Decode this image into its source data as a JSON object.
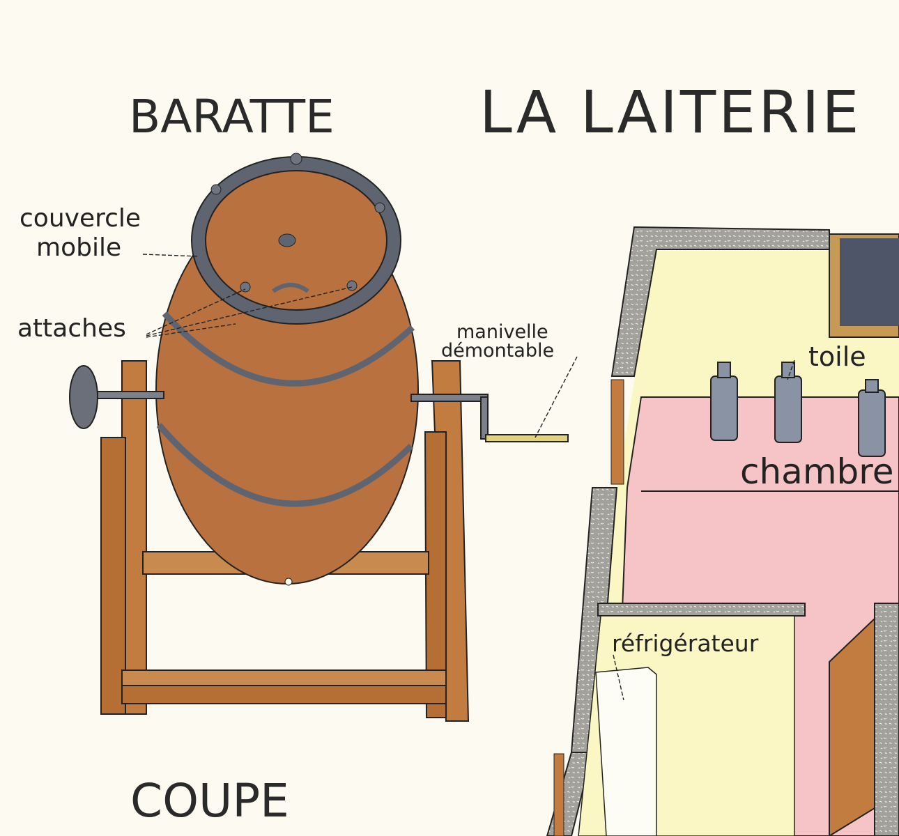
{
  "titles": {
    "left": "BARATTE",
    "main": "LA LAITERIE",
    "bottom": "COUPE"
  },
  "churn_labels": {
    "lid_line1": "couvercle",
    "lid_line2": "mobile",
    "clips": "attaches",
    "crank_line1": "manivelle",
    "crank_line2": "démontable"
  },
  "room_labels": {
    "cloth": "toile",
    "room": "chambre",
    "fridge": "réfrigérateur"
  },
  "colors": {
    "background": "#fdfbf1",
    "barrel": "#b8713f",
    "wood": "#c27c40",
    "metal": "#6f7480",
    "wall": "#9c9a96",
    "floor": "#f6c3c6",
    "inner_wall": "#fbf7c4"
  }
}
